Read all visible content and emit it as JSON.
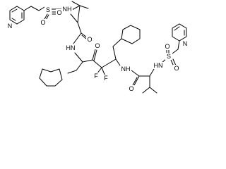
{
  "molecule": {
    "atoms": {
      "s_top": "S",
      "o_top_left": "O",
      "o_top_right": "O",
      "nh_top": "NH",
      "n_pyr_top": "N",
      "o_amide_top": "O",
      "hn_left": "HN",
      "o_ketone": "O",
      "f_1": "F",
      "f_2": "F",
      "nh_right": "NH",
      "o_amide_bottom": "O",
      "hn_bottom": "HN",
      "s_bottom": "S",
      "o_bottom_left": "O",
      "o_bottom_right": "O",
      "n_pyr_bottom": "N"
    }
  }
}
